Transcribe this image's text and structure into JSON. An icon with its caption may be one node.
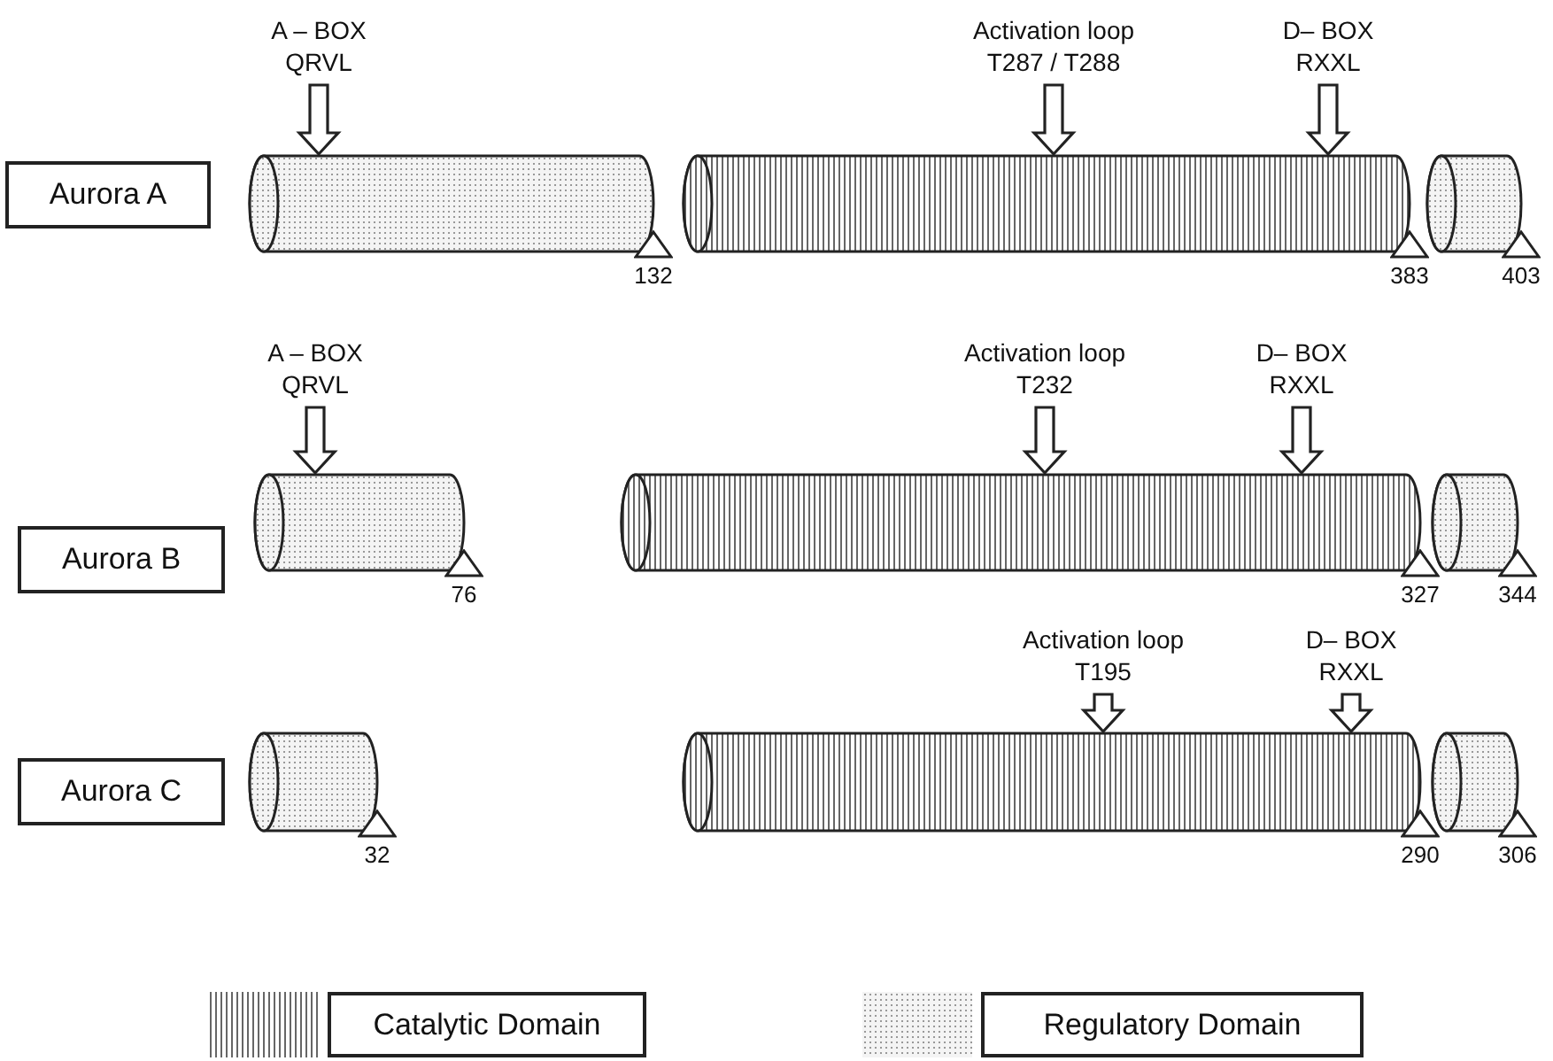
{
  "diagram": {
    "nodes": [
      {
        "text": [
          "Aurora A"
        ]
      },
      {
        "text": [],
        "shape": "cylinder",
        "beside": [
          "132"
        ]
      },
      {
        "text": [],
        "shape": "cylinder",
        "beside": [
          "383"
        ]
      },
      {
        "text": [],
        "shape": "cylinder",
        "beside": [
          "403"
        ]
      },
      {
        "text": [
          "A – BOX",
          "QRVL"
        ]
      },
      {
        "text": [
          "Activation loop",
          "T287 / T288"
        ]
      },
      {
        "text": [
          "D– BOX",
          "RXXL"
        ]
      },
      {
        "text": [
          "Aurora B"
        ]
      },
      {
        "text": [],
        "shape": "cylinder",
        "beside": [
          "76"
        ]
      },
      {
        "text": [],
        "shape": "cylinder",
        "beside": [
          "327"
        ]
      },
      {
        "text": [],
        "shape": "cylinder",
        "beside": [
          "344"
        ]
      },
      {
        "text": [
          "A – BOX",
          "QRVL"
        ]
      },
      {
        "text": [
          "Activation loop",
          "T232"
        ]
      },
      {
        "text": [
          "D– BOX",
          "RXXL"
        ]
      },
      {
        "text": [
          "Aurora C"
        ]
      },
      {
        "text": [],
        "shape": "cylinder",
        "beside": [
          "32"
        ]
      },
      {
        "text": [],
        "shape": "cylinder",
        "beside": [
          "290"
        ]
      },
      {
        "text": [],
        "shape": "cylinder",
        "beside": [
          "306"
        ]
      },
      {
        "text": [
          "Activation loop",
          "T195"
        ]
      },
      {
        "text": [
          "D– BOX",
          "RXXL"
        ]
      }
    ],
    "edges": [
      {
        "from": 4,
        "to": 1,
        "arrow": "to"
      },
      {
        "from": 5,
        "to": 2,
        "arrow": "to"
      },
      {
        "from": 6,
        "to": 2,
        "arrow": "to"
      },
      {
        "from": 11,
        "to": 8,
        "arrow": "to"
      },
      {
        "from": 12,
        "to": 9,
        "arrow": "to"
      },
      {
        "from": 13,
        "to": 9,
        "arrow": "to"
      },
      {
        "from": 18,
        "to": 16,
        "arrow": "to"
      },
      {
        "from": 19,
        "to": 16,
        "arrow": "to"
      }
    ],
    "legend": [
      {
        "text": "Catalytic Domain"
      },
      {
        "text": "Regulatory Domain"
      }
    ]
  }
}
